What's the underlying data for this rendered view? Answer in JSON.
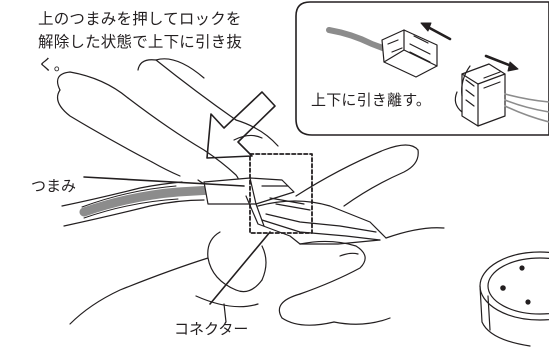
{
  "instruction": {
    "lines": [
      "上のつまみを押してロックを",
      "解除した状態で上下に引き抜",
      "く。"
    ]
  },
  "inset": {
    "caption": "上下に引き離す。"
  },
  "callouts": {
    "knob": "つまみ",
    "connector": "コネクター"
  },
  "colors": {
    "line": "#231f20",
    "cable_gray": "#8c8c8c",
    "background": "#ffffff"
  }
}
